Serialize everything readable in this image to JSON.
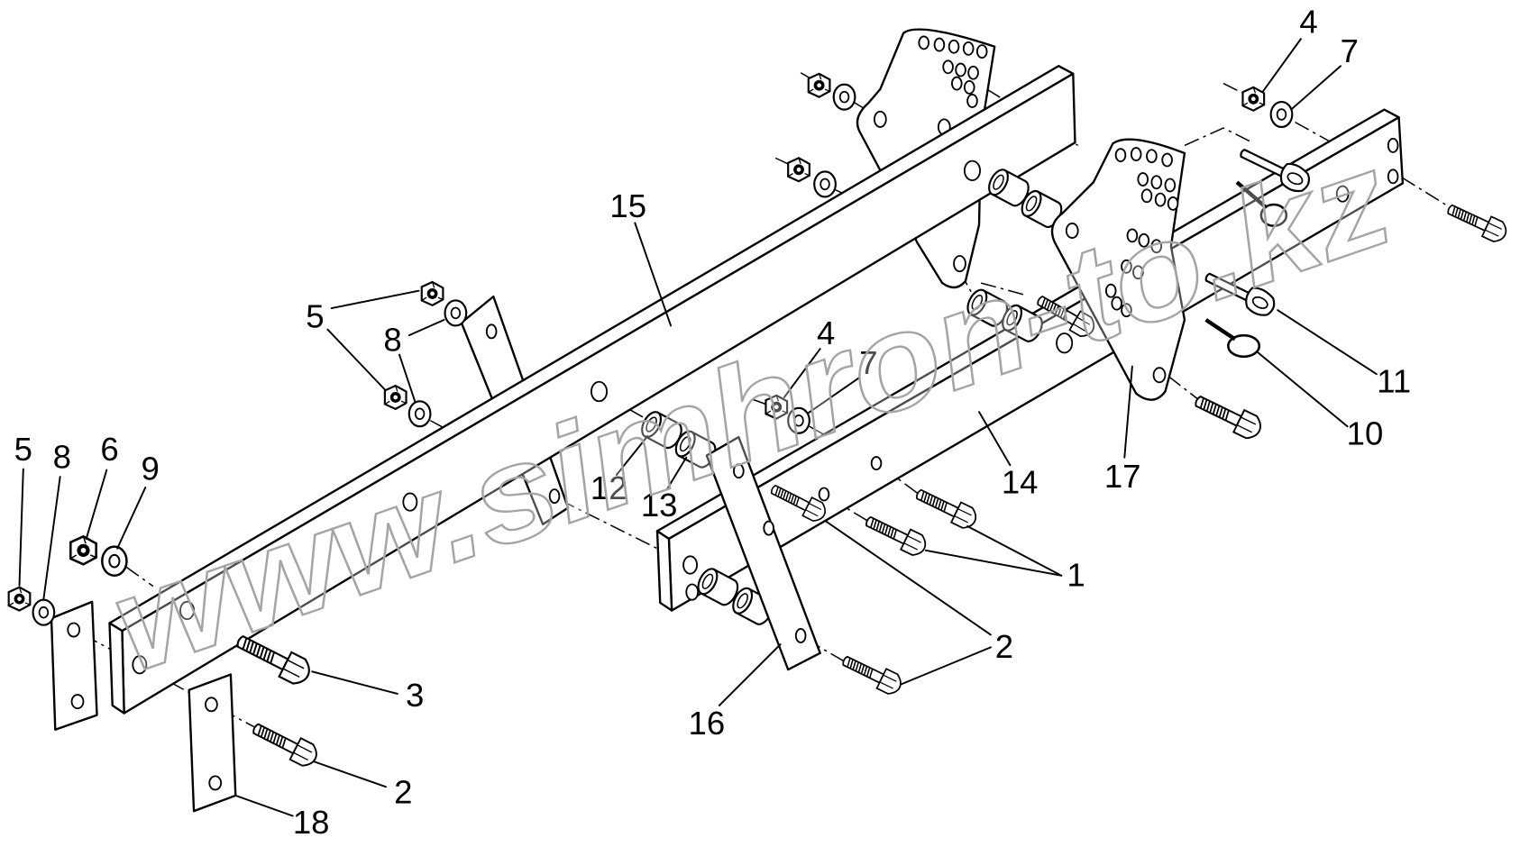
{
  "diagram": {
    "callouts": [
      "4",
      "7",
      "15",
      "5",
      "8",
      "4",
      "7",
      "11",
      "10",
      "12",
      "13",
      "14",
      "17",
      "5",
      "8",
      "6",
      "9",
      "1",
      "2",
      "3",
      "16",
      "2",
      "18"
    ]
  },
  "watermark": "www.simhron-to.kz"
}
